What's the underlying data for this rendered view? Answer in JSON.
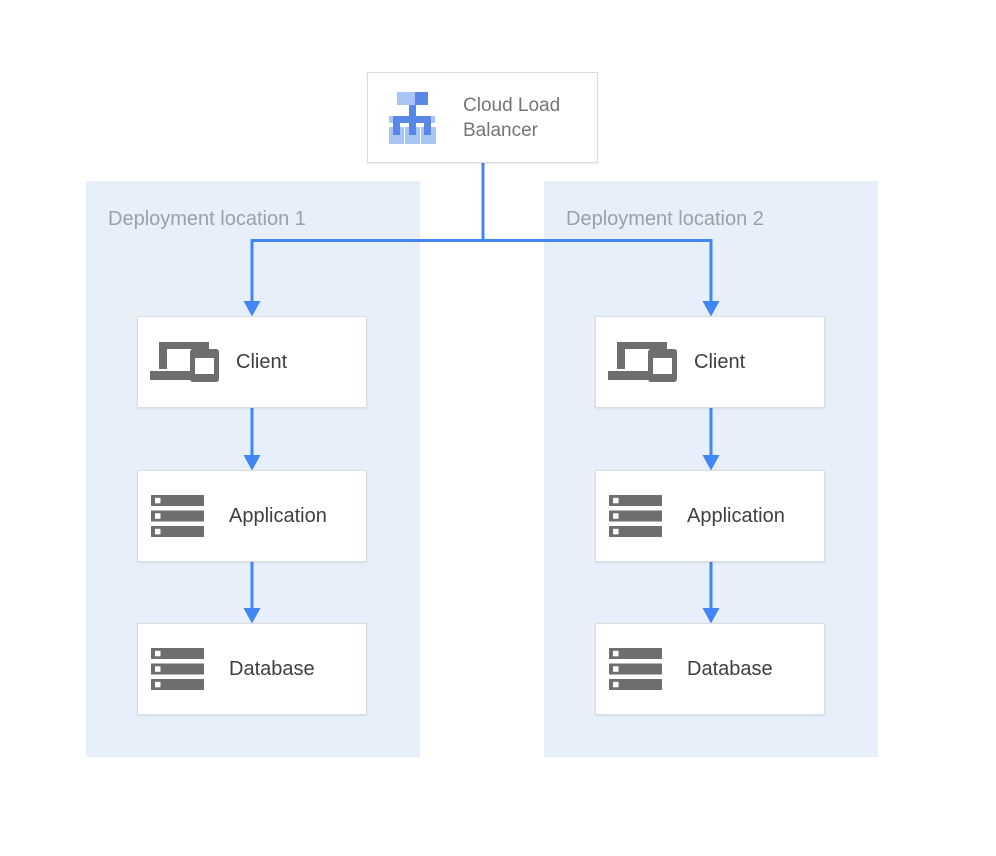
{
  "colors": {
    "canvas_bg": "#ffffff",
    "region_fill": "#e7f0fa",
    "box_border": "#dadce0",
    "arrow": "#4285f4",
    "icon_gray": "#6e6e6e",
    "icon_blue": "#5a87e6",
    "icon_blue_light": "#a8c5f3",
    "label_dark": "#3c4043",
    "label_gray": "#757575",
    "region_label": "#9aa0a6"
  },
  "load_balancer": {
    "label": "Cloud Load Balancer",
    "icon": "load-balancer-icon"
  },
  "regions": [
    {
      "label": "Deployment location 1",
      "nodes": [
        {
          "label": "Client",
          "icon": "laptop-phone-icon"
        },
        {
          "label": "Application",
          "icon": "server-stack-icon"
        },
        {
          "label": "Database",
          "icon": "server-stack-icon"
        }
      ]
    },
    {
      "label": "Deployment location 2",
      "nodes": [
        {
          "label": "Client",
          "icon": "laptop-phone-icon"
        },
        {
          "label": "Application",
          "icon": "server-stack-icon"
        },
        {
          "label": "Database",
          "icon": "server-stack-icon"
        }
      ]
    }
  ],
  "edges": [
    "load-balancer to client-1",
    "load-balancer to client-2",
    "client-1 to application-1",
    "application-1 to database-1",
    "client-2 to application-2",
    "application-2 to database-2"
  ]
}
